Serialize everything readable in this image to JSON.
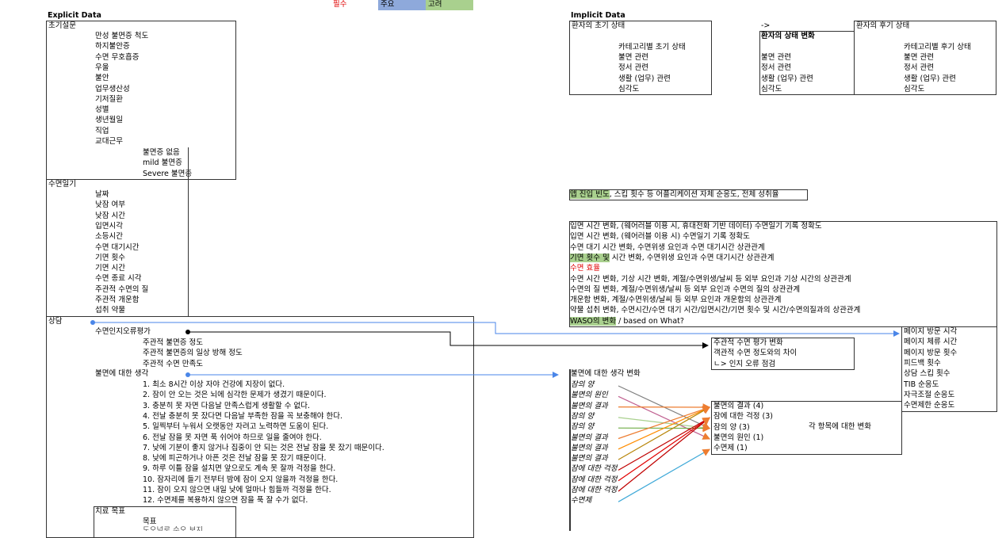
{
  "legend": {
    "required": "필수",
    "main": "주요",
    "consider": "고려"
  },
  "colors": {
    "required_text": "#e00000",
    "main_fill": "#8ea9db",
    "consider_fill": "#a9d08e"
  },
  "explicit": {
    "title": "Explicit Data",
    "survey": {
      "label": "초기설문",
      "items": [
        "만성 불면증 척도",
        "하지불안증",
        "수면 무호흡증",
        "우울",
        "불안",
        "업무생산성",
        "기저질환",
        "성별",
        "생년월일",
        "직업",
        "교대근무"
      ],
      "severity": [
        "불면증 없음",
        "mild 불면증",
        "Severe 불면증"
      ]
    },
    "diary": {
      "label": "수면일기",
      "items": [
        "날짜",
        "낮잠 여부",
        "낮잠 시간",
        "입면시각",
        "소등시간",
        "수면 대기시간",
        "기면 횟수",
        "기면 시간",
        "수면 종료 시각",
        "주관적 수면의 질",
        "주관적 개운함",
        "섭취 약물"
      ]
    },
    "counseling": {
      "label": "상담",
      "cognition": "수면인지오류평가",
      "cognition_items": [
        "주관적 불면증 정도",
        "주관적 불면증의 일상 방해 정도",
        "주관적 수면 만족도"
      ],
      "thoughts": "불면에 대한 생각",
      "thought_items": [
        "1. 최소 8시간 이상 자야 건강에 지장이 없다.",
        "2. 잠이 안 오는 것은 뇌에 심각한 문제가 생겼기 때문이다.",
        "3. 충분히 못 자면 다음날 만족스럽게 생활할 수 없다.",
        "4. 전날 충분히 못 잤다면 다음날 부족한 잠을 꼭 보충해야 한다.",
        "5. 일찍부터 누워서 오랫동안 자려고 노력하면 도움이 된다.",
        "6. 전날 잠을 못 자면 푹 쉬어야 하므로 일을 줄여야 한다.",
        "7. 낮에 기분이 좋지 않거나 집중이 안 되는 것은 전날 잠을 못 잤기 때문이다.",
        "8. 낮에 피곤하거나 아픈 것은 전날 잠을 못 잤기 때문이다.",
        "9. 하루 이틀 잠을 설치면 앞으로도 계속 못 잘까 걱정을 한다.",
        "10. 잠자리에 들기 전부터 밤에 잠이 오지 않을까 걱정을 한다.",
        "11. 잠이 오지 않으면 내일 낮에 얼마나 힘들까 걱정을 한다.",
        "12. 수면제를 복용하지 않으면 잠을 푹 잘 수가 없다."
      ],
      "goal_label": "치료 목표",
      "goal_item": "목표",
      "goal_partial": "도오넘로 수오 보지"
    }
  },
  "implicit": {
    "title": "Implicit Data",
    "initial": {
      "label": "환자의 초기 상태",
      "category": "카테고리별 초기 상태",
      "items": [
        "불면 관련",
        "정서 관련",
        "생활 (업무) 관련",
        "심각도"
      ]
    },
    "arrow": "->",
    "change": {
      "label": "환자의 상태 변화",
      "items": [
        "불면 관련",
        "정서 관련",
        "생활 (업무) 관련",
        "심각도"
      ]
    },
    "after": {
      "label": "환자의 후기 상태",
      "category": "카테고리별 후기 상태",
      "items": [
        "불면 관련",
        "정서 관련",
        "생활 (업무) 관련",
        "심각도"
      ]
    },
    "app_usage": {
      "highlight": "앱 진입 빈도",
      "rest": ", 스킵 횟수 등 어플리케이션 자체 순응도, 전체 성취율"
    },
    "diary_analysis": [
      {
        "pre": "",
        "hl": "",
        "text": "입면 시간 변화, (웨어러블 이용 시, 휴대전화 기반 데이터) 수면일기 기록 정확도",
        "red": false
      },
      {
        "pre": "",
        "hl": "",
        "text": "입면 시간 변화, (웨어러블 이용 시) 수면일기 기록 정확도",
        "red": false
      },
      {
        "pre": "",
        "hl": "",
        "text": "수면 대기 시간 변화, 수면위생 요인과 수면 대기시간 상관관계",
        "red": false
      },
      {
        "pre": "",
        "hl": "기면 횟수 및",
        "text": " 시간 변화, 수면위생 요인과 수면 대기시간 상관관계",
        "red": false
      },
      {
        "pre": "",
        "hl": "",
        "text": "수면 효율",
        "red": true
      },
      {
        "pre": "",
        "hl": "",
        "text": "수면 시간 변화, 기상 시간 변화, 계절/수면위생/날씨 등 외부 요인과 기상 시간의 상관관계",
        "red": false
      },
      {
        "pre": "",
        "hl": "",
        "text": "수면의 질 변화, 계절/수면위생/날씨 등 외부 요인과 수면의 질의 상관관계",
        "red": false
      },
      {
        "pre": "",
        "hl": "",
        "text": "개운함 변화, 계절/수면위생/날씨 등 외부 요인과 개운함의 상관관계",
        "red": false
      },
      {
        "pre": "",
        "hl": "",
        "text": "약물 섭취 변화, 수면시간/수면 대기 시간/입면시간/기면 횟수 및 시간/수면의질과의 상관관계",
        "red": false
      },
      {
        "pre": "",
        "hl": "WASO의 변화",
        "text": " / based on What?",
        "red": false
      }
    ],
    "engagement": [
      "페이지 방문 시각",
      "페이지 체류 시간",
      "페이지 방문 횟수",
      "피드백 횟수",
      "상담 스킵 횟수",
      "TIB 순응도",
      "자극조절 순응도",
      "수면제한 순응도"
    ],
    "cognition_change": [
      "주관적 수면 평가 변화",
      "객관적 수면 정도와의 차이",
      "ㄴ> 인지 오류 점검"
    ],
    "thought_change": {
      "label": "불면에 대한 생각 변화",
      "items": [
        "잠의 양",
        "불면의 원인",
        "불면의 결과",
        "잠의 양",
        "잠의 양",
        "불면의 결과",
        "불면의 결과",
        "불면의 결과",
        "잠에 대한 걱정",
        "잠에 대한 걱정",
        "잠에 대한 걱정",
        "수면제"
      ]
    },
    "thought_summary": {
      "items": [
        "불면의 결과 (4)",
        "잠에 대한 걱정 (3)",
        "잠의 양 (3)",
        "불면의 원인 (1)",
        "수면제 (1)"
      ],
      "note": "각 항목에 대한 변화"
    }
  }
}
